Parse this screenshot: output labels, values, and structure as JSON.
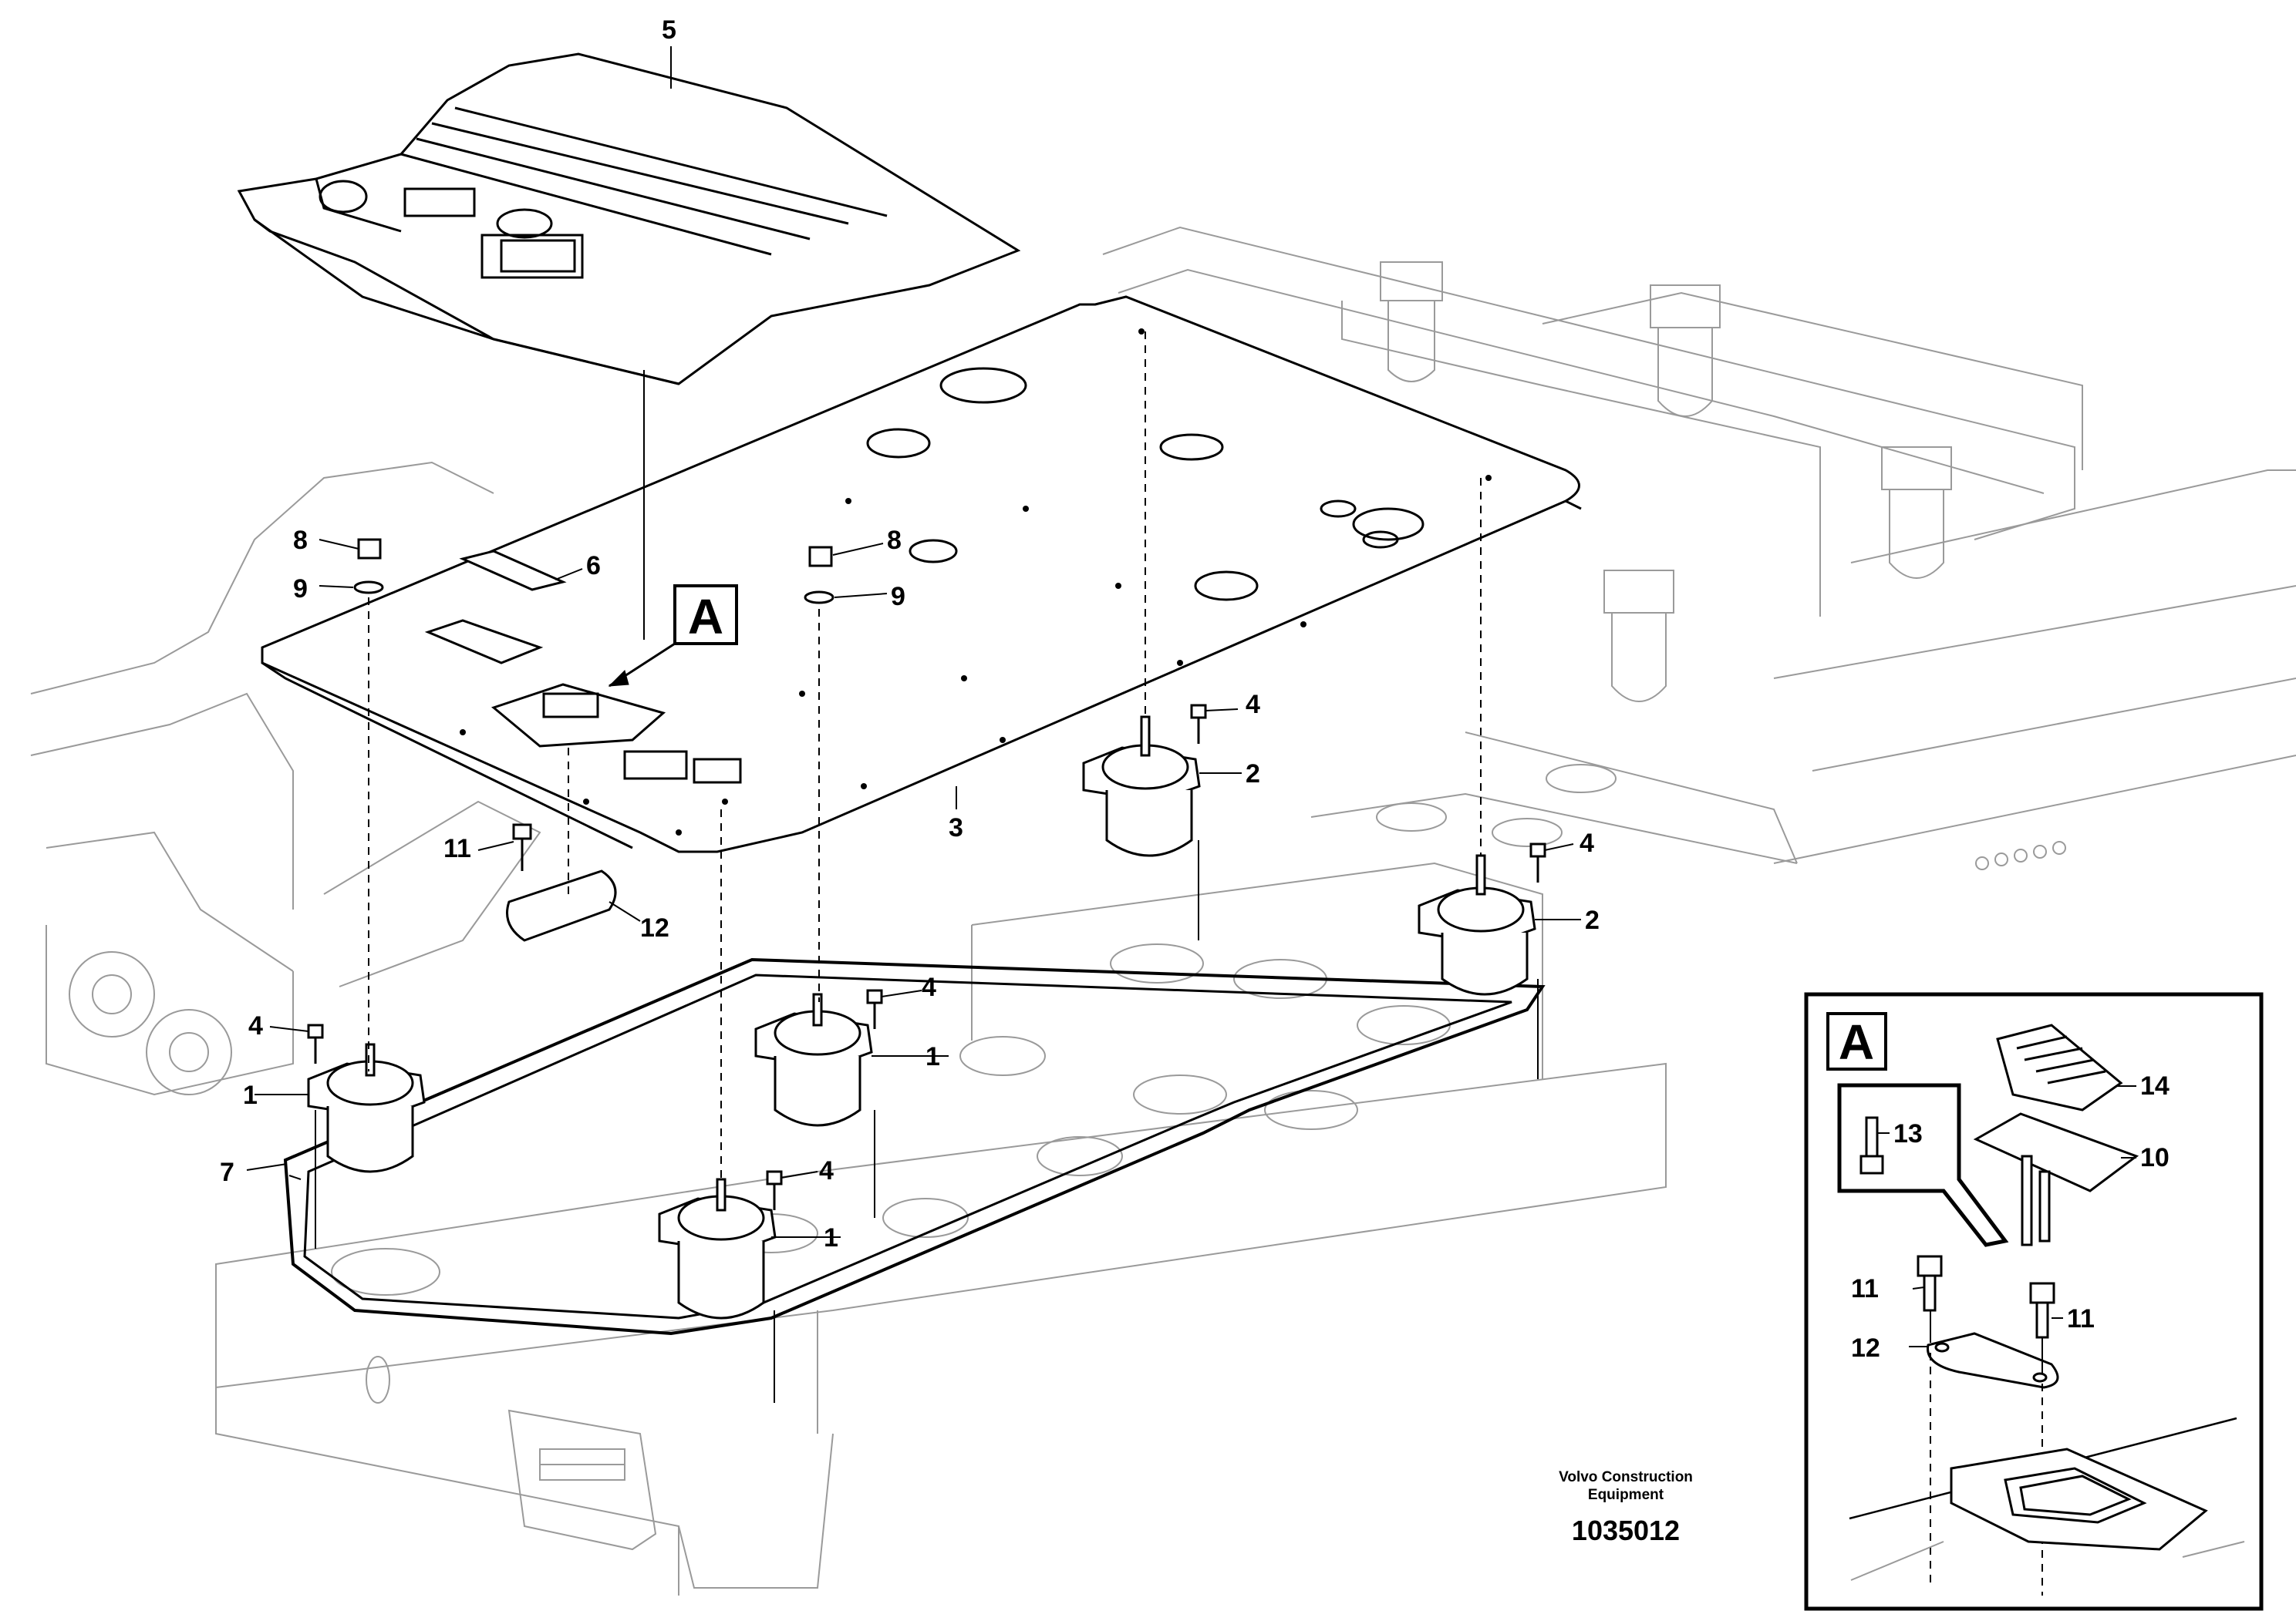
{
  "callouts": {
    "c1a": "1",
    "c1b": "1",
    "c1c": "1",
    "c2a": "2",
    "c2b": "2",
    "c3": "3",
    "c4a": "4",
    "c4b": "4",
    "c4c": "4",
    "c4d": "4",
    "c4e": "4",
    "c5": "5",
    "c6": "6",
    "c7": "7",
    "c8a": "8",
    "c8b": "8",
    "c9a": "9",
    "c9b": "9",
    "c10": "10",
    "c11a": "11",
    "c11b": "11",
    "c11c": "11",
    "c12a": "12",
    "c12b": "12",
    "c13": "13",
    "c14": "14"
  },
  "detail_labels": {
    "main": "A",
    "inset": "A"
  },
  "footer": {
    "company_line1": "Volvo Construction",
    "company_line2": "Equipment",
    "drawing_number": "1035012"
  }
}
